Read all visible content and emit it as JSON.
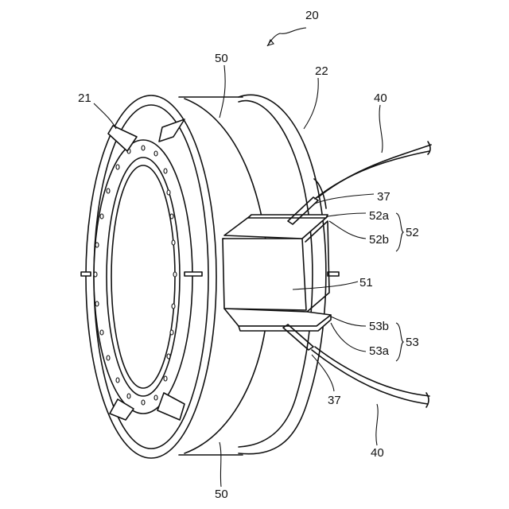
{
  "labels": {
    "assembly": "20",
    "tube_top": "50",
    "tube_bottom": "50",
    "end_ring": "21",
    "rear_flange": "22",
    "wire_top": "40",
    "wire_bottom": "40",
    "pin_top": "37",
    "pin_bottom": "37",
    "clip_body": "51",
    "upper_group": "52",
    "upper_a": "52a",
    "upper_b": "52b",
    "lower_group": "53",
    "lower_b": "53b",
    "lower_a": "53a"
  }
}
